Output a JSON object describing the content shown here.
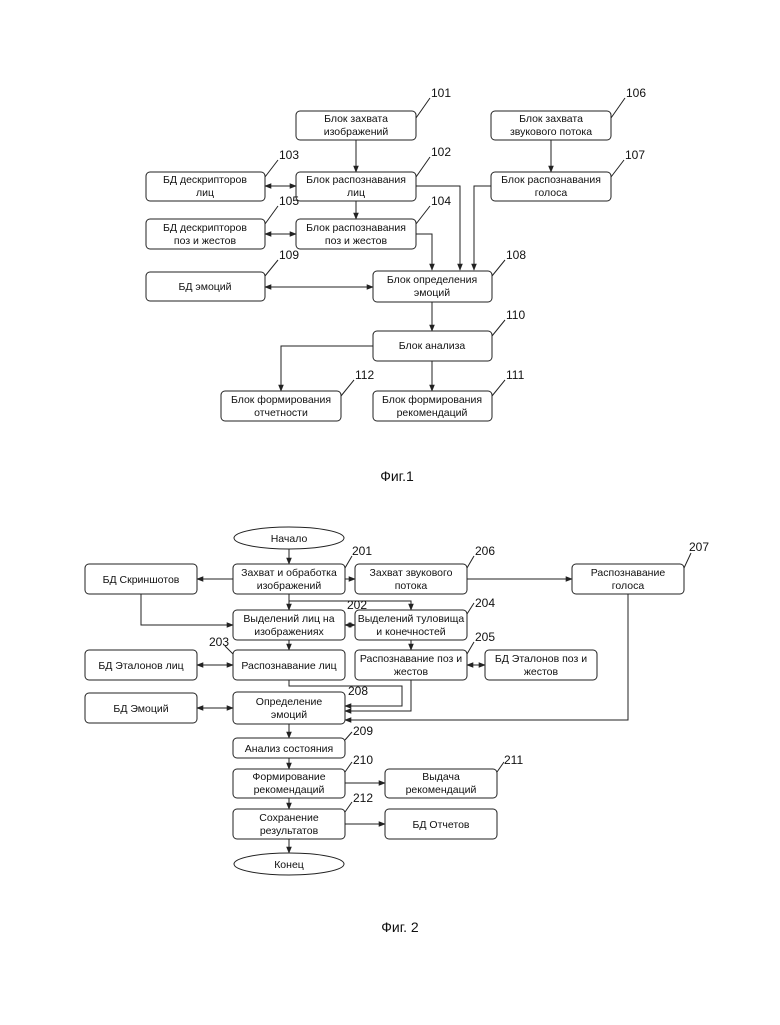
{
  "fig1": {
    "caption": "Фиг.1",
    "blocks": {
      "b101": {
        "ref": "101",
        "lines": [
          "Блок захвата",
          "изображений"
        ]
      },
      "b106": {
        "ref": "106",
        "lines": [
          "Блок захвата",
          "звукового потока"
        ]
      },
      "b103": {
        "ref": "103",
        "lines": [
          "БД дескрипторов",
          "лиц"
        ]
      },
      "b102": {
        "ref": "102",
        "lines": [
          "Блок распознавания",
          "лиц"
        ]
      },
      "b107": {
        "ref": "107",
        "lines": [
          "Блок распознавания",
          "голоса"
        ]
      },
      "b105": {
        "ref": "105",
        "lines": [
          "БД дескрипторов",
          "поз и жестов"
        ]
      },
      "b104": {
        "ref": "104",
        "lines": [
          "Блок распознавания",
          "поз и жестов"
        ]
      },
      "b109": {
        "ref": "109",
        "lines": [
          "БД эмоций"
        ]
      },
      "b108": {
        "ref": "108",
        "lines": [
          "Блок определения",
          "эмоций"
        ]
      },
      "b110": {
        "ref": "110",
        "lines": [
          "Блок анализа"
        ]
      },
      "b112": {
        "ref": "112",
        "lines": [
          "Блок формирования",
          "отчетности"
        ]
      },
      "b111": {
        "ref": "111",
        "lines": [
          "Блок формирования",
          "рекомендаций"
        ]
      }
    }
  },
  "fig2": {
    "caption": "Фиг. 2",
    "blocks": {
      "start": {
        "ref": "",
        "lines": [
          "Начало"
        ]
      },
      "s201": {
        "ref": "201",
        "lines": [
          "Захват и обработка",
          "изображений"
        ]
      },
      "s206": {
        "ref": "206",
        "lines": [
          "Захват звукового",
          "потока"
        ]
      },
      "s207": {
        "ref": "207",
        "lines": [
          "Распознавание",
          "голоса"
        ]
      },
      "dbshots": {
        "ref": "",
        "lines": [
          "БД Скриншотов"
        ]
      },
      "s202": {
        "ref": "202",
        "lines": [
          "Выделений лиц на",
          "изображениях"
        ]
      },
      "s204": {
        "ref": "204",
        "lines": [
          "Выделений туловища",
          "и конечностей"
        ]
      },
      "dbfaces": {
        "ref": "",
        "lines": [
          "БД Эталонов лиц"
        ]
      },
      "s203": {
        "ref": "203",
        "lines": [
          "Распознавание лиц"
        ]
      },
      "s205": {
        "ref": "205",
        "lines": [
          "Распознавание поз и",
          "жестов"
        ]
      },
      "dbposes": {
        "ref": "",
        "lines": [
          "БД Эталонов поз и",
          "жестов"
        ]
      },
      "dbemo": {
        "ref": "",
        "lines": [
          "БД Эмоций"
        ]
      },
      "s208": {
        "ref": "208",
        "lines": [
          "Определение",
          "эмоций"
        ]
      },
      "s209": {
        "ref": "209",
        "lines": [
          "Анализ состояния"
        ]
      },
      "s210": {
        "ref": "210",
        "lines": [
          "Формирование",
          "рекомендаций"
        ]
      },
      "s211": {
        "ref": "211",
        "lines": [
          "Выдача",
          "рекомендаций"
        ]
      },
      "s212": {
        "ref": "212",
        "lines": [
          "Сохранение",
          "результатов"
        ]
      },
      "dbrep": {
        "ref": "",
        "lines": [
          "БД Отчетов"
        ]
      },
      "end": {
        "ref": "",
        "lines": [
          "Конец"
        ]
      }
    }
  }
}
